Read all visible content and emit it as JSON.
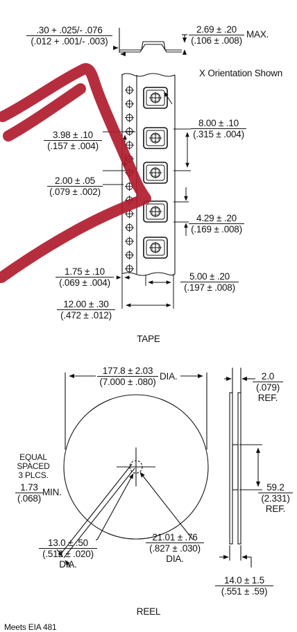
{
  "tape": {
    "thickness": {
      "top": ".30 + .025/- .076",
      "bottom": "(.012 + .001/- .003)"
    },
    "height": {
      "top": "2.69 ± .20",
      "bottom": "(.106 ± .008)",
      "suffix": "MAX."
    },
    "orientation_note": "X Orientation Shown",
    "pitch": {
      "top": "8.00 ± .10",
      "bottom": "(.315 ± .004)"
    },
    "hole_offset": {
      "top": "3.98 ± .10",
      "bottom": "(.157 ± .004)"
    },
    "hole_pitch_half": {
      "top": "2.00 ± .05",
      "bottom": "(.079 ± .002)"
    },
    "cavity": {
      "top": "4.29 ± .20",
      "bottom": "(.169 ± .008)"
    },
    "edge": {
      "top": "1.75 ± .10",
      "bottom": "(.069 ± .004)"
    },
    "cavity_width": {
      "top": "5.00 ± .20",
      "bottom": "(.197 ± .008)"
    },
    "tape_width": {
      "top": "12.00 ± .30",
      "bottom": "(.472 ± .012)"
    },
    "label": "TAPE"
  },
  "reel": {
    "diameter": {
      "top": "177.8 ± 2.03",
      "bottom": "(7.000 ± .080)",
      "suffix": "DIA."
    },
    "flange": {
      "top": "2.0",
      "bottom": "(.079)",
      "suffix": "REF."
    },
    "spokes": {
      "line1": "EQUAL",
      "line2": "SPACED",
      "line3": "3 PLCS.",
      "top": "1.73",
      "bottom": "(.068)",
      "suffix": "MIN."
    },
    "hub_width": {
      "top": "59.2",
      "bottom": "(2.331)",
      "suffix": "REF."
    },
    "arbor": {
      "top": "13.0 ± .50",
      "bottom": "(.512 ± .020)",
      "suffix": "DIA."
    },
    "drive": {
      "top": "21.01 ± .76",
      "bottom": "(.827 ± .030)",
      "suffix": "DIA."
    },
    "overall_width": {
      "top": "14.0 ± 1.5",
      "bottom": "(.551 ± .59)"
    },
    "label": "REEL"
  },
  "footer": "Meets EIA 481",
  "colors": {
    "line": "#111111",
    "scribble": "#b01c2e"
  }
}
